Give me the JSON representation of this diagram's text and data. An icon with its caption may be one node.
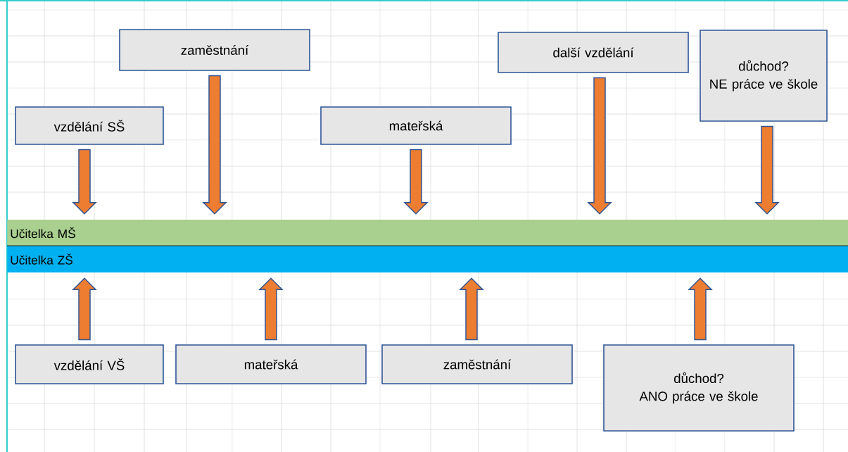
{
  "diagram": {
    "nodes": [
      {
        "text": [
          "vzdělání SŠ"
        ]
      },
      {
        "text": [
          "zaměstnání"
        ]
      },
      {
        "text": [
          "mateřská"
        ]
      },
      {
        "text": [
          "další vzdělání"
        ]
      },
      {
        "text": [
          "důchod?",
          "NE práce ve škole"
        ]
      },
      {
        "text": [
          "Učitelka MŠ"
        ]
      },
      {
        "text": [
          "Učitelka ZŠ"
        ]
      },
      {
        "text": [
          "vzdělání VŠ"
        ]
      },
      {
        "text": [
          "mateřská"
        ]
      },
      {
        "text": [
          "zaměstnání"
        ]
      },
      {
        "text": [
          "důchod?",
          "ANO práce ve škole"
        ]
      }
    ],
    "edges": [
      {
        "from": 0,
        "to": 5,
        "arrow": "to"
      },
      {
        "from": 1,
        "to": 5,
        "arrow": "to"
      },
      {
        "from": 2,
        "to": 5,
        "arrow": "to"
      },
      {
        "from": 3,
        "to": 5,
        "arrow": "to"
      },
      {
        "from": 4,
        "to": 5,
        "arrow": "to"
      },
      {
        "from": 7,
        "to": 6,
        "arrow": "to"
      },
      {
        "from": 8,
        "to": 6,
        "arrow": "to"
      },
      {
        "from": 9,
        "to": 6,
        "arrow": "to"
      },
      {
        "from": 10,
        "to": 6,
        "arrow": "to"
      }
    ]
  }
}
